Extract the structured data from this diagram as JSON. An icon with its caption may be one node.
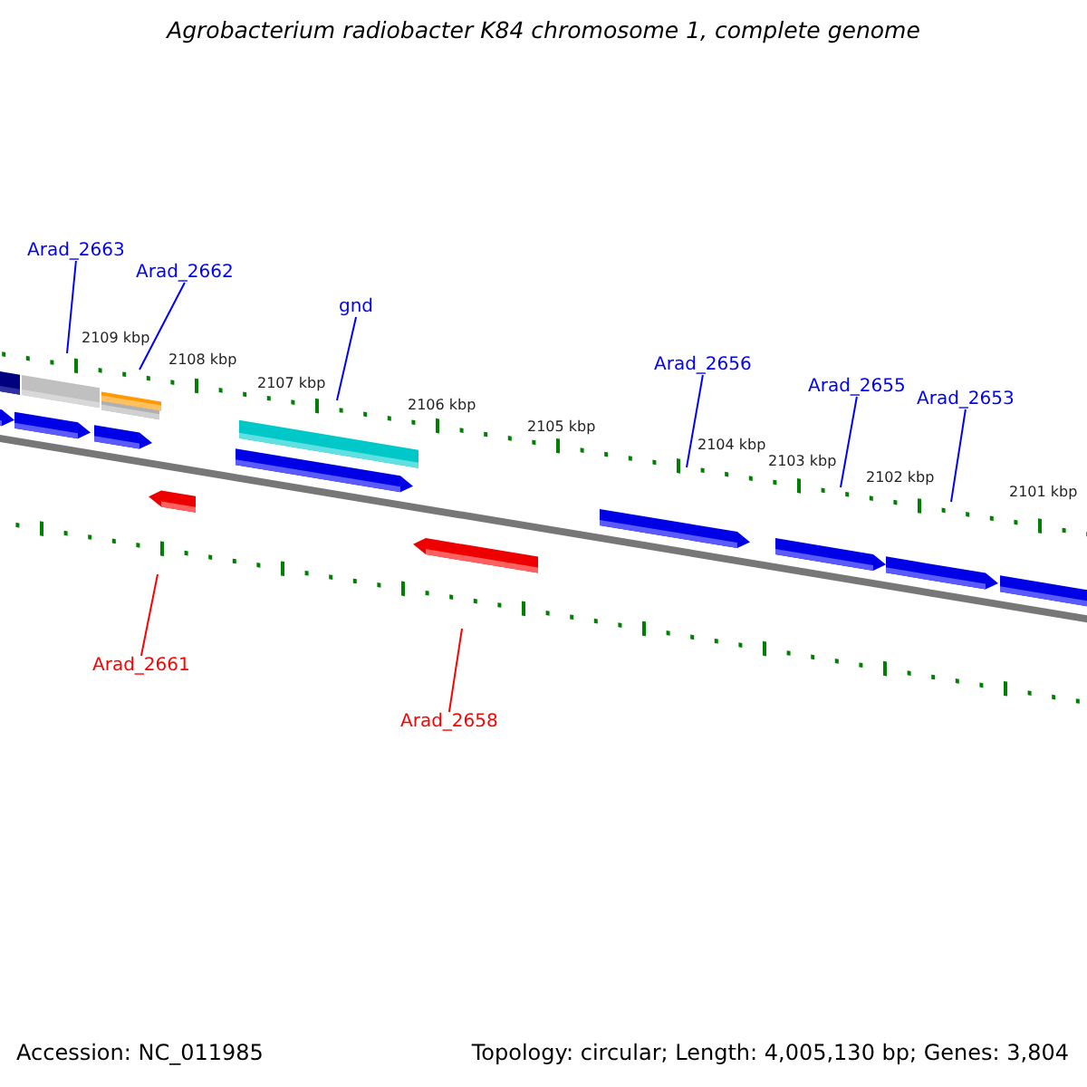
{
  "diagram": {
    "title": "Agrobacterium radiobacter K84 chromosome 1, complete genome",
    "nodes": [
      {
        "text": [
          "Arad_2663"
        ]
      },
      {
        "text": [
          "Arad_2662"
        ]
      },
      {
        "text": [
          "gnd"
        ]
      },
      {
        "text": [
          "Arad_2656"
        ]
      },
      {
        "text": [
          "Arad_2655"
        ]
      },
      {
        "text": [
          "Arad_2653"
        ]
      },
      {
        "text": [
          "Arad_2661"
        ]
      },
      {
        "text": [
          "Arad_2658"
        ]
      }
    ],
    "edges": [
      {
        "from": 0,
        "to": null,
        "arrow": "none"
      },
      {
        "from": 1,
        "to": null,
        "arrow": "none"
      },
      {
        "from": 2,
        "to": null,
        "arrow": "none"
      },
      {
        "from": 3,
        "to": null,
        "arrow": "none"
      },
      {
        "from": 4,
        "to": null,
        "arrow": "none"
      },
      {
        "from": 5,
        "to": null,
        "arrow": "none"
      },
      {
        "from": 6,
        "to": null,
        "arrow": "none",
        "color": "#ff0000"
      },
      {
        "from": 7,
        "to": null,
        "arrow": "none",
        "color": "#ff0000"
      }
    ],
    "labels": [
      "2109 kbp",
      "2108 kbp",
      "2107 kbp",
      "2106 kbp",
      "2105 kbp",
      "2104 kbp",
      "2103 kbp",
      "2102 kbp",
      "2101 kbp",
      "Accession: NC_011985",
      "Topology: circular; Length: 4,005,130 bp; Genes: 3,804"
    ]
  }
}
